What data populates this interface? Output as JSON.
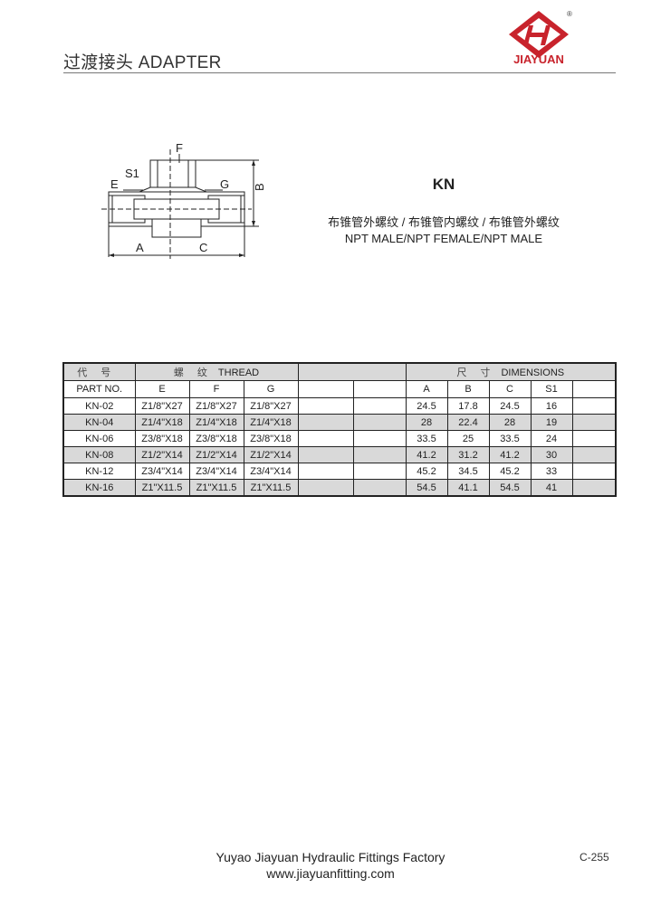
{
  "header": {
    "title": "过渡接头 ADAPTER",
    "brand": "JIAYUAN",
    "registered_mark": "®",
    "brand_color": "#c8232c"
  },
  "drawing": {
    "labels": {
      "F": "F",
      "S1": "S1",
      "E": "E",
      "G": "G",
      "B": "B",
      "A": "A",
      "C": "C"
    }
  },
  "product": {
    "code": "KN",
    "description_cn": "布锥管外螺纹 / 布锥管内螺纹 / 布锥管外螺纹",
    "description_en": "NPT MALE/NPT FEMALE/NPT MALE"
  },
  "table": {
    "group_headers": {
      "code_cn": "代 号",
      "thread_cn": "螺 纹",
      "thread_en": "THREAD",
      "dim_cn": "尺 寸",
      "dim_en": "DIMENSIONS"
    },
    "columns": {
      "part": "PART NO.",
      "E": "E",
      "F": "F",
      "G": "G",
      "A": "A",
      "B": "B",
      "C": "C",
      "S1": "S1"
    },
    "rows": [
      {
        "part": "KN-02",
        "E": "Z1/8\"X27",
        "F": "Z1/8\"X27",
        "G": "Z1/8\"X27",
        "A": "24.5",
        "B": "17.8",
        "C": "24.5",
        "S1": "16"
      },
      {
        "part": "KN-04",
        "E": "Z1/4\"X18",
        "F": "Z1/4\"X18",
        "G": "Z1/4\"X18",
        "A": "28",
        "B": "22.4",
        "C": "28",
        "S1": "19"
      },
      {
        "part": "KN-06",
        "E": "Z3/8\"X18",
        "F": "Z3/8\"X18",
        "G": "Z3/8\"X18",
        "A": "33.5",
        "B": "25",
        "C": "33.5",
        "S1": "24"
      },
      {
        "part": "KN-08",
        "E": "Z1/2\"X14",
        "F": "Z1/2\"X14",
        "G": "Z1/2\"X14",
        "A": "41.2",
        "B": "31.2",
        "C": "41.2",
        "S1": "30"
      },
      {
        "part": "KN-12",
        "E": "Z3/4\"X14",
        "F": "Z3/4\"X14",
        "G": "Z3/4\"X14",
        "A": "45.2",
        "B": "34.5",
        "C": "45.2",
        "S1": "33"
      },
      {
        "part": "KN-16",
        "E": "Z1\"X11.5",
        "F": "Z1\"X11.5",
        "G": "Z1\"X11.5",
        "A": "54.5",
        "B": "41.1",
        "C": "54.5",
        "S1": "41"
      }
    ]
  },
  "footer": {
    "company": "Yuyao Jiayuan Hydraulic Fittings Factory",
    "website": "www.jiayuanfitting.com",
    "page_number": "C-255"
  }
}
